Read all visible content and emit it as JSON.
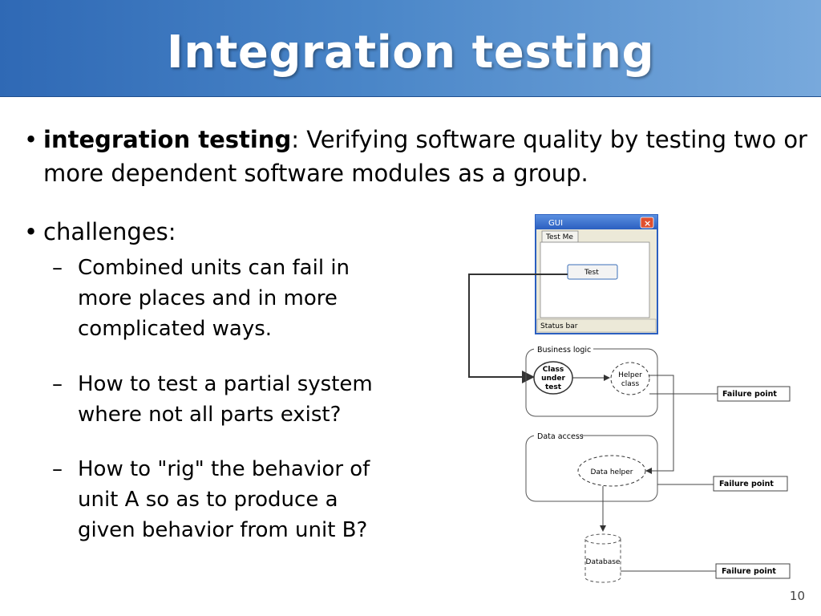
{
  "title": "Integration testing",
  "bullets": [
    {
      "term": "integration testing",
      "rest": ": Verifying software quality by testing two or more dependent software modules as a group."
    },
    {
      "text": "challenges:"
    }
  ],
  "sub_bullets": [
    "Combined units can fail in more places and in more complicated ways.",
    "How to test a partial system where not all parts exist?",
    "How to \"rig\" the behavior of unit A so as to produce a given behavior from unit B?"
  ],
  "diagram": {
    "gui_title": "GUI",
    "gui_tab": "Test Me",
    "gui_button": "Test",
    "gui_status": "Status bar",
    "business_logic": "Business logic",
    "class_under_test": [
      "Class",
      "under",
      "test"
    ],
    "helper_class": [
      "Helper",
      "class"
    ],
    "data_access": "Data access",
    "data_helper": "Data helper",
    "database": "Database",
    "failure_points": [
      "Failure point",
      "Failure point",
      "Failure point"
    ]
  },
  "page_number": "10",
  "colors": {
    "title_bar": "#3d78c2",
    "title_text": "#ffffff"
  }
}
